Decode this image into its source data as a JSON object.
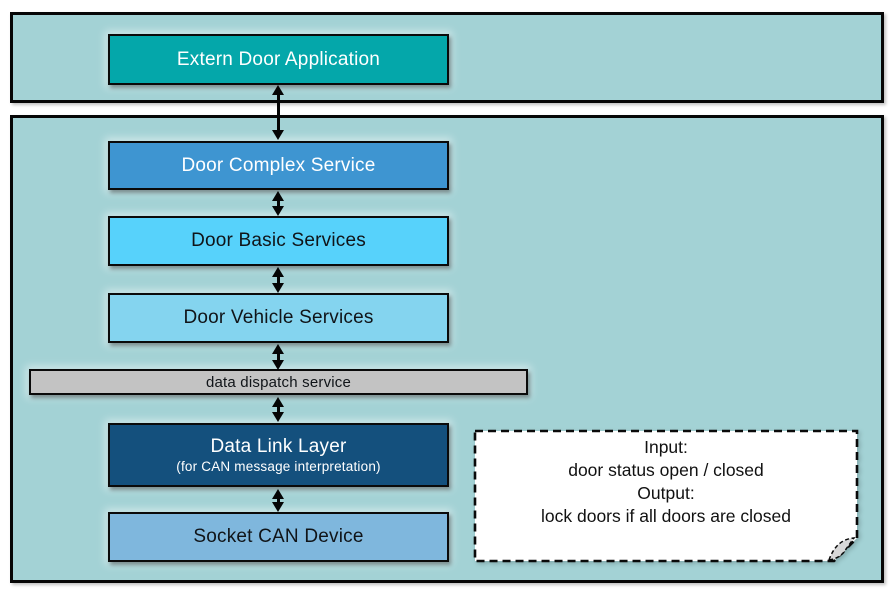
{
  "diagram": {
    "boxes": [
      {
        "id": "extern-door-application",
        "label": "Extern Door Application",
        "fill": "#04a7aa",
        "text_color": "#ffffff"
      },
      {
        "id": "door-complex-service",
        "label": "Door Complex Service",
        "fill": "#3e95d1",
        "text_color": "#ffffff"
      },
      {
        "id": "door-basic-services",
        "label": "Door Basic Services",
        "fill": "#57d2fb",
        "text_color": "#101418"
      },
      {
        "id": "door-vehicle-services",
        "label": "Door Vehicle Services",
        "fill": "#84d4ef",
        "text_color": "#101418"
      },
      {
        "id": "data-dispatch-service",
        "label": "data dispatch service",
        "fill": "#c3c3c3",
        "text_color": "#101418"
      },
      {
        "id": "data-link-layer",
        "label": "Data Link Layer",
        "sublabel": "(for CAN message interpretation)",
        "fill": "#14507d",
        "text_color": "#ffffff"
      },
      {
        "id": "socket-can-device",
        "label": "Socket CAN Device",
        "fill": "#7fb7dd",
        "text_color": "#101418"
      }
    ],
    "connections": [
      {
        "from": "Extern Door Application",
        "to": "Door Complex Service",
        "type": "bidirectional-arrow"
      },
      {
        "from": "Door Complex Service",
        "to": "Door Basic Services",
        "type": "bidirectional-arrow"
      },
      {
        "from": "Door Basic Services",
        "to": "Door Vehicle Services",
        "type": "bidirectional-arrow"
      },
      {
        "from": "Door Vehicle Services",
        "to": "data dispatch service",
        "type": "bidirectional-arrow"
      },
      {
        "from": "data dispatch service",
        "to": "Data Link Layer",
        "type": "bidirectional-arrow"
      },
      {
        "from": "Data Link Layer",
        "to": "Socket CAN Device",
        "type": "bidirectional-arrow"
      }
    ],
    "note": {
      "line1": "Input:",
      "line2": "door status open / closed",
      "line3": "Output:",
      "line4": "lock doors if all doors are closed"
    },
    "colors": {
      "page_background": "#ffffff",
      "panel_fill": "#a3d2d5",
      "panel_border": "#000000",
      "arrow": "#050505",
      "note_fill": "#ffffff",
      "note_border": "#000000",
      "note_fold": "#d8d8d8"
    }
  }
}
